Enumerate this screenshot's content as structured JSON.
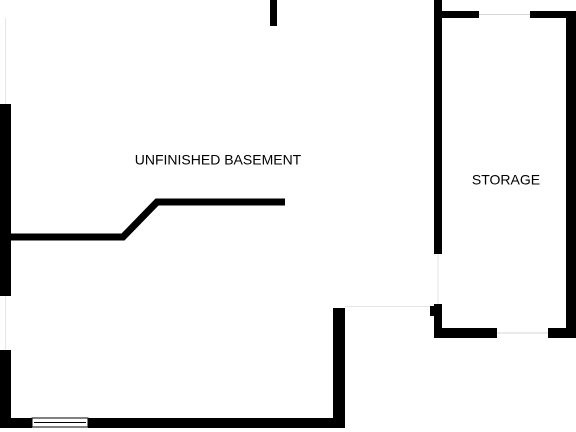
{
  "rooms": [
    {
      "id": "unfinished-basement",
      "label": "UNFINISHED BASEMENT"
    },
    {
      "id": "storage",
      "label": "STORAGE"
    }
  ],
  "colors": {
    "wall": "#000000",
    "background": "#ffffff"
  }
}
